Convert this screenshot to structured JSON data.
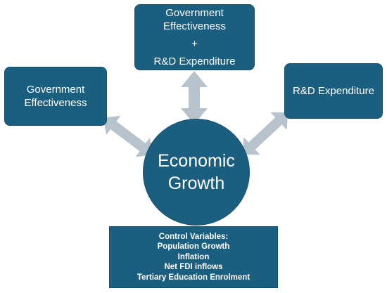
{
  "diagram": {
    "top_box": {
      "line1": "Government",
      "line2": "Effectiveness",
      "line3": "+",
      "line4": "R&D Expenditure"
    },
    "left_box": {
      "line1": "Government",
      "line2": "Effectiveness"
    },
    "right_box": {
      "line1": "R&D Expenditure"
    },
    "center": {
      "line1": "Economic",
      "line2": "Growth"
    },
    "bottom_box": {
      "title": "Control Variables:",
      "items": [
        "Population Growth",
        "Inflation",
        "Net FDI inflows",
        "Tertiary Education Enrolment"
      ]
    },
    "colors": {
      "node_fill": "#1b5f80",
      "arrow_fill": "#b7c3cc"
    }
  }
}
